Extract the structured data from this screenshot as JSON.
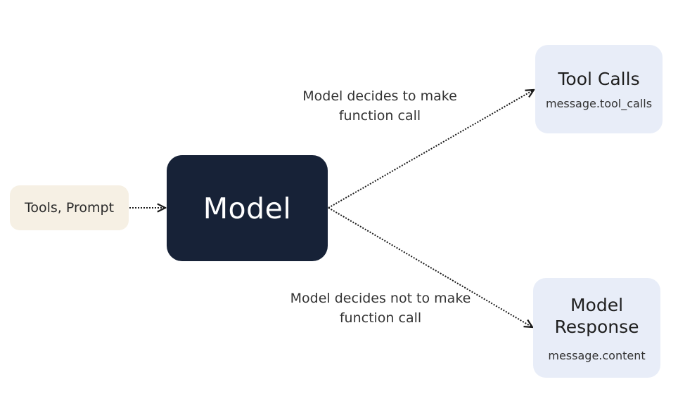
{
  "nodes": {
    "input": {
      "label": "Tools, Prompt"
    },
    "model": {
      "label": "Model"
    },
    "tool_calls": {
      "title": "Tool Calls",
      "subtitle": "message.tool_calls"
    },
    "model_response": {
      "title": "Model Response",
      "subtitle": "message.content"
    }
  },
  "edges": {
    "to_tool_calls": {
      "label": "Model decides to make function call"
    },
    "to_model_response": {
      "label": "Model decides not to make function call"
    }
  },
  "colors": {
    "input_bg": "#f6f0e4",
    "model_bg": "#172237",
    "output_bg": "#e8edf8",
    "edge": "#1a1a1a"
  }
}
